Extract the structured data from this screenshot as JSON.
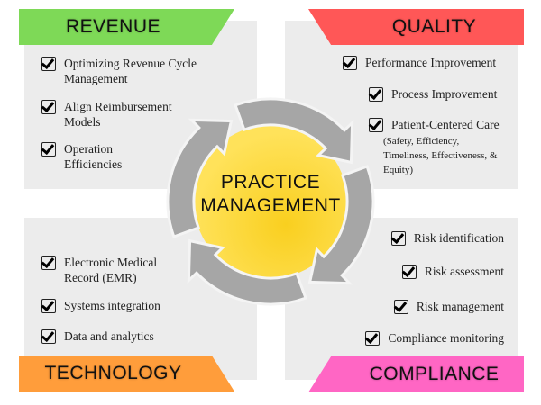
{
  "center": {
    "line1": "PRACTICE",
    "line2": "MANAGEMENT"
  },
  "colors": {
    "revenue": "#7ed957",
    "quality": "#ff5757",
    "technology": "#ff9d3b",
    "compliance": "#ff66c4",
    "ring": "#a6a6a6",
    "core": "#ffd83d",
    "panel": "#ececec"
  },
  "revenue": {
    "title": "REVENUE",
    "items": [
      "Optimizing Revenue Cycle Management",
      "Align Reimbursement Models",
      "Operation Efficiencies"
    ]
  },
  "quality": {
    "title": "QUALITY",
    "items": [
      "Performance Improvement",
      "Process Improvement",
      "Patient-Centered Care"
    ],
    "note": "(Safety, Efficiency, Timeliness, Effectiveness, & Equity)"
  },
  "technology": {
    "title": "TECHNOLOGY",
    "items": [
      "Electronic Medical Record (EMR)",
      "Systems integration",
      "Data and analytics"
    ]
  },
  "compliance": {
    "title": "COMPLIANCE",
    "items": [
      "Risk identification",
      "Risk assessment",
      "Risk management",
      "Compliance monitoring"
    ]
  }
}
